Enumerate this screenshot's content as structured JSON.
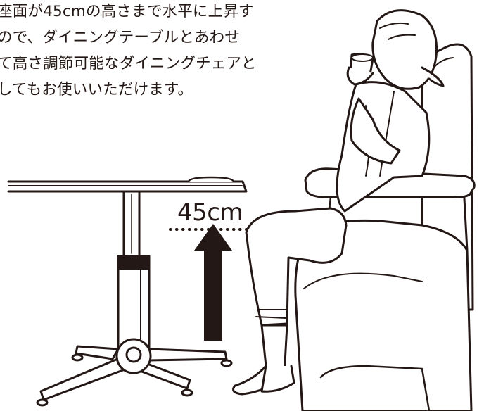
{
  "caption": {
    "lines": [
      "座面が45cmの高さまで水平に上昇す",
      "ので、ダイニングテーブルとあわせ",
      "て高さ調節可能なダイニングチェアと",
      "してもお使いいただけます。"
    ]
  },
  "height_label": "45cm",
  "colors": {
    "ink": "#231815",
    "background": "#ffffff"
  },
  "icons": {
    "arrow": "up-arrow-icon"
  }
}
